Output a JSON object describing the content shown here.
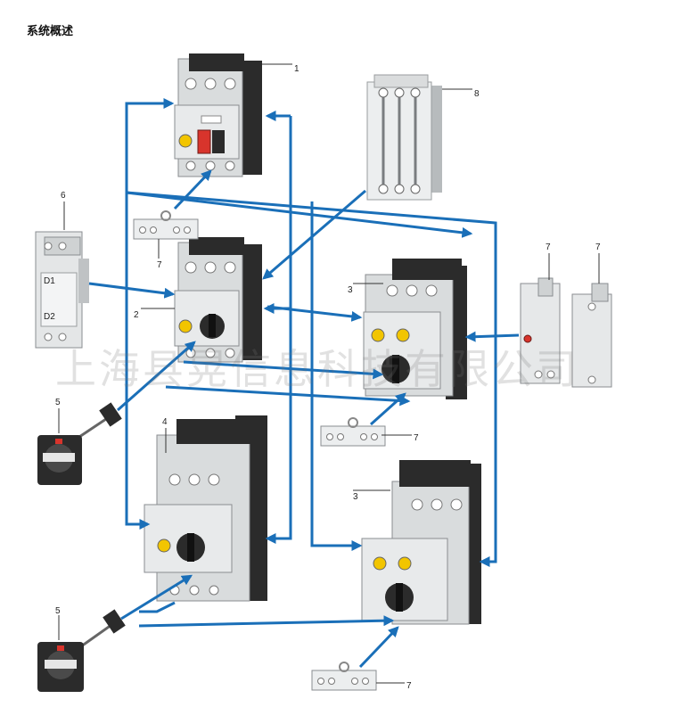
{
  "title": "系统概述",
  "watermark": "上海县晃信息科技有限公司",
  "colors": {
    "arrow": "#1a6fb8",
    "housing": "#d9dcdd",
    "housing_dark": "#2b2b2b",
    "knob_red": "#d8342c",
    "knob_yellow": "#f2c500"
  },
  "callouts": {
    "c1": "1",
    "c2": "2",
    "c3a": "3",
    "c3b": "3",
    "c4": "4",
    "c5a": "5",
    "c5b": "5",
    "c6": "6",
    "c7a": "7",
    "c7b": "7",
    "c7c": "7",
    "c7d": "7",
    "c7e": "7",
    "c8": "8"
  },
  "contact_labels": {
    "d1": "D1",
    "d2": "D2"
  }
}
